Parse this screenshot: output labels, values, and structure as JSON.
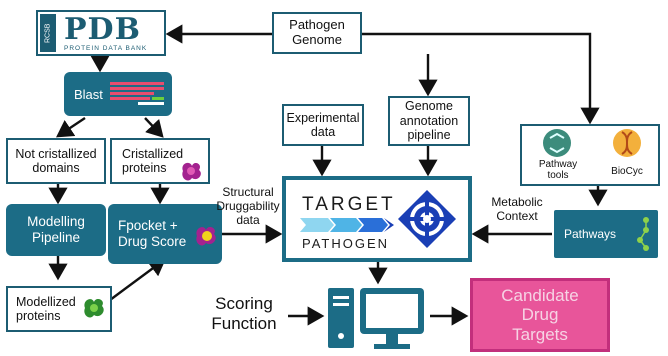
{
  "nodes": {
    "pdb": {
      "logo_main": "PDB",
      "logo_sub": "PROTEIN DATA BANK",
      "logo_side": "RCSB"
    },
    "pathogen_genome": {
      "line1": "Pathogen",
      "line2": "Genome"
    },
    "blast": {
      "label": "Blast"
    },
    "not_cristallized": {
      "line1": "Not cristallized",
      "line2": "domains"
    },
    "cristallized": {
      "line1": "Cristallized",
      "line2": "proteins"
    },
    "modelling": {
      "line1": "Modelling",
      "line2": "Pipeline"
    },
    "fpocket": {
      "line1": "Fpocket +",
      "line2": "Drug Score"
    },
    "modellized": {
      "line1": "Modellized",
      "line2": "proteins"
    },
    "experimental": {
      "line1": "Experimental",
      "line2": "data"
    },
    "genome_annotation": {
      "line1": "Genome",
      "line2": "annotation",
      "line3": "pipeline"
    },
    "target_pathogen": {
      "line1": "TARGET",
      "line2": "PATHOGEN"
    },
    "pathway_tools": {
      "line1": "Pathway",
      "line2": "tools"
    },
    "biocyc": {
      "label": "BioCyc"
    },
    "pathways": {
      "label": "Pathways"
    },
    "candidate": {
      "line1": "Candidate",
      "line2": "Drug",
      "line3": "Targets"
    }
  },
  "edge_labels": {
    "structural": {
      "line1": "Structural",
      "line2": "Druggability",
      "line3": "data"
    },
    "metabolic": {
      "line1": "Metabolic",
      "line2": "Context"
    },
    "scoring": {
      "line1": "Scoring",
      "line2": "Function"
    }
  },
  "colors": {
    "teal": "#1c6c86",
    "dark": "#1c5c72",
    "pink": "#e8559a",
    "pink_text": "#f6d3e4",
    "arrow": "#111111",
    "target_blue": "#1a3fb5"
  }
}
